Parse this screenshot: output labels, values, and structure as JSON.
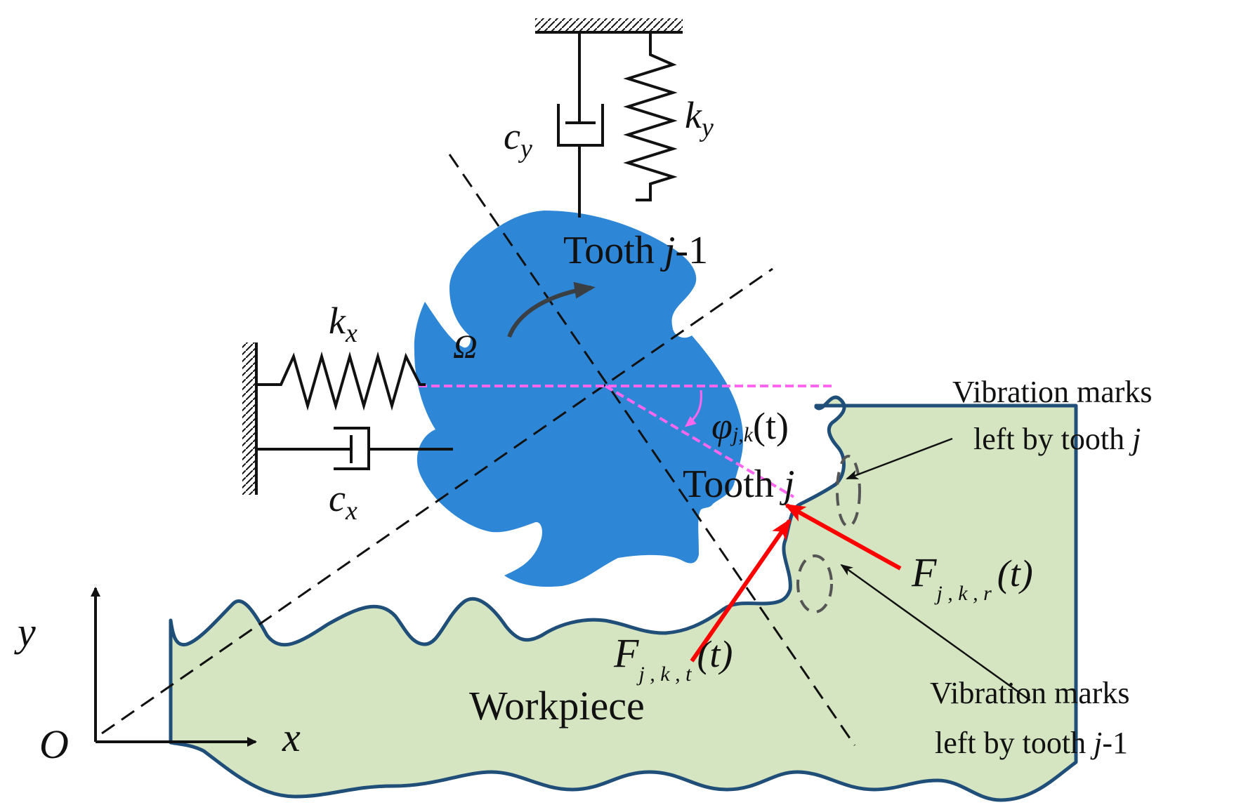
{
  "colors": {
    "cutter": "#2e86d6",
    "workpiece": "#d5e4c1",
    "workpiece_outline": "#1f4e79",
    "force": "#ff0000",
    "reference_line": "#ff66ee",
    "line": "#111111",
    "rotation_arrow": "#3a3f44"
  },
  "labels": {
    "tooth_prev": "Tooth j-1",
    "tooth_prev_word": "Tooth",
    "tooth_prev_j": "j",
    "tooth_prev_suffix": "-1",
    "tooth_cur_word": "Tooth",
    "tooth_cur_j": "j",
    "omega": "Ω",
    "kx_k": "k",
    "kx_sub": "x",
    "cx_c": "c",
    "cx_sub": "x",
    "ky_k": "k",
    "ky_sub": "y",
    "cy_c": "c",
    "cy_sub": "y",
    "phi_symbol": "φ",
    "phi_sub": "j,k",
    "phi_arg": "(t)",
    "fr_F": "F",
    "fr_sub": "j , k , r",
    "fr_arg": "(t)",
    "ft_F": "F",
    "ft_sub": "j , k , t",
    "ft_arg": "(t)",
    "workpiece": "Workpiece",
    "marks_j_line1": "Vibration marks",
    "marks_j_line2_pre": "left by tooth ",
    "marks_j_line2_j": "j",
    "marks_j1_line1": "Vibration marks",
    "marks_j1_line2_pre": "left by tooth ",
    "marks_j1_line2_j": "j",
    "marks_j1_line2_suffix": "-1",
    "origin": "O",
    "axis_x": "x",
    "axis_y": "y"
  }
}
